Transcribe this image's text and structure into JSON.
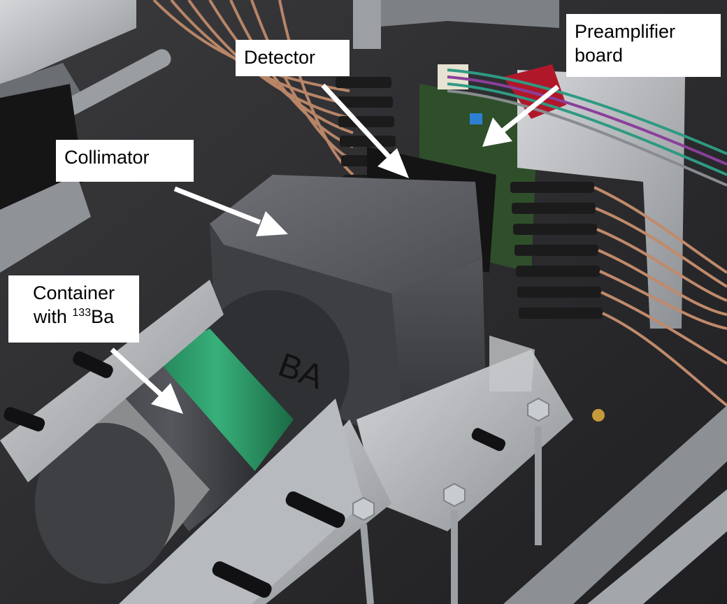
{
  "labels": {
    "detector": "Detector",
    "preamplifier_line1": "Preamplifier",
    "preamplifier_line2": "board",
    "collimator": "Collimator",
    "container_line1": "Container",
    "container_line2_prefix": "with ",
    "container_isotope_mass": "133",
    "container_isotope_symbol": "Ba"
  },
  "marking_on_cylinder": "BA",
  "colors": {
    "label_background": "#ffffff",
    "arrow": "#ffffff",
    "lead_block": "#4a4b4f",
    "green_tape": "#2f9a6a",
    "aluminium": "#b9bcc0",
    "detector_black": "#141414",
    "pcb_green": "#2f4f2a",
    "red_connector": "#b0182a",
    "coax_cable": "#c08a6a"
  }
}
